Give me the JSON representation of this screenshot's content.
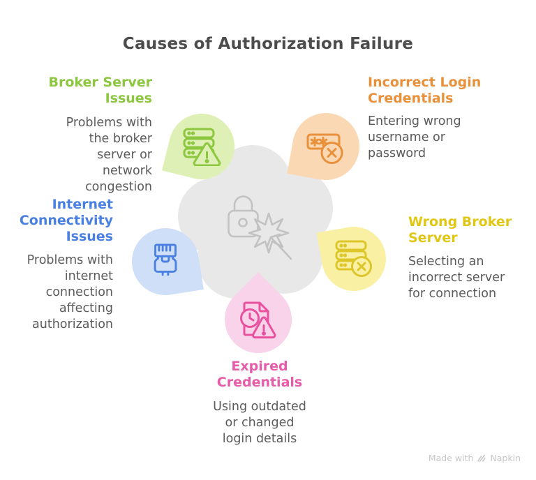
{
  "title": "Causes of Authorization Failure",
  "title_color": "#4c4c4c",
  "body_text_color": "#5b5b5b",
  "center": {
    "icon": "lock-click-icon",
    "flower_color": "#e8e8e8",
    "icon_stroke": "#c2c2c2"
  },
  "causes": [
    {
      "key": "broker-server-issues",
      "title": "Broker Server Issues",
      "title_lines": [
        "Broker Server",
        "Issues"
      ],
      "description": "Problems with the broker server or network congestion",
      "desc_lines": [
        "Problems with",
        "the broker",
        "server or",
        "network",
        "congestion"
      ],
      "accent": "#8dc63f",
      "petal_fill": "#def0b5",
      "icon": "server-warning-icon",
      "position": "top-left"
    },
    {
      "key": "incorrect-login-credentials",
      "title": "Incorrect Login Credentials",
      "title_lines": [
        "Incorrect Login",
        "Credentials"
      ],
      "description": "Entering wrong username or password",
      "desc_lines": [
        "Entering wrong",
        "username or",
        "password"
      ],
      "accent": "#e8903a",
      "petal_fill": "#fbd8b4",
      "icon": "password-error-icon",
      "position": "top-right"
    },
    {
      "key": "wrong-broker-server",
      "title": "Wrong Broker Server",
      "title_lines": [
        "Wrong Broker",
        "Server"
      ],
      "description": "Selecting an incorrect server for connection",
      "desc_lines": [
        "Selecting an",
        "incorrect server",
        "for connection"
      ],
      "accent": "#e0c713",
      "petal_fill": "#faf0a4",
      "icon": "server-error-icon",
      "position": "right"
    },
    {
      "key": "internet-connectivity-issues",
      "title": "Internet Connectivity Issues",
      "title_lines": [
        "Internet",
        "Connectivity",
        "Issues"
      ],
      "description": "Problems with internet connection affecting authorization",
      "desc_lines": [
        "Problems with",
        "internet",
        "connection",
        "affecting",
        "authorization"
      ],
      "accent": "#4a80e2",
      "petal_fill": "#cfdff7",
      "icon": "ethernet-plug-icon",
      "position": "left"
    },
    {
      "key": "expired-credentials",
      "title": "Expired Credentials",
      "title_lines": [
        "Expired",
        "Credentials"
      ],
      "description": "Using outdated or changed login details",
      "desc_lines": [
        "Using outdated",
        "or changed",
        "login details"
      ],
      "accent": "#e65ca8",
      "petal_fill": "#f9d3e9",
      "icon": "expired-document-icon",
      "position": "bottom"
    }
  ],
  "watermark": {
    "prefix": "Made with",
    "brand": "Napkin",
    "logo": "napkin-logo-icon",
    "color": "#c7c7c7"
  }
}
